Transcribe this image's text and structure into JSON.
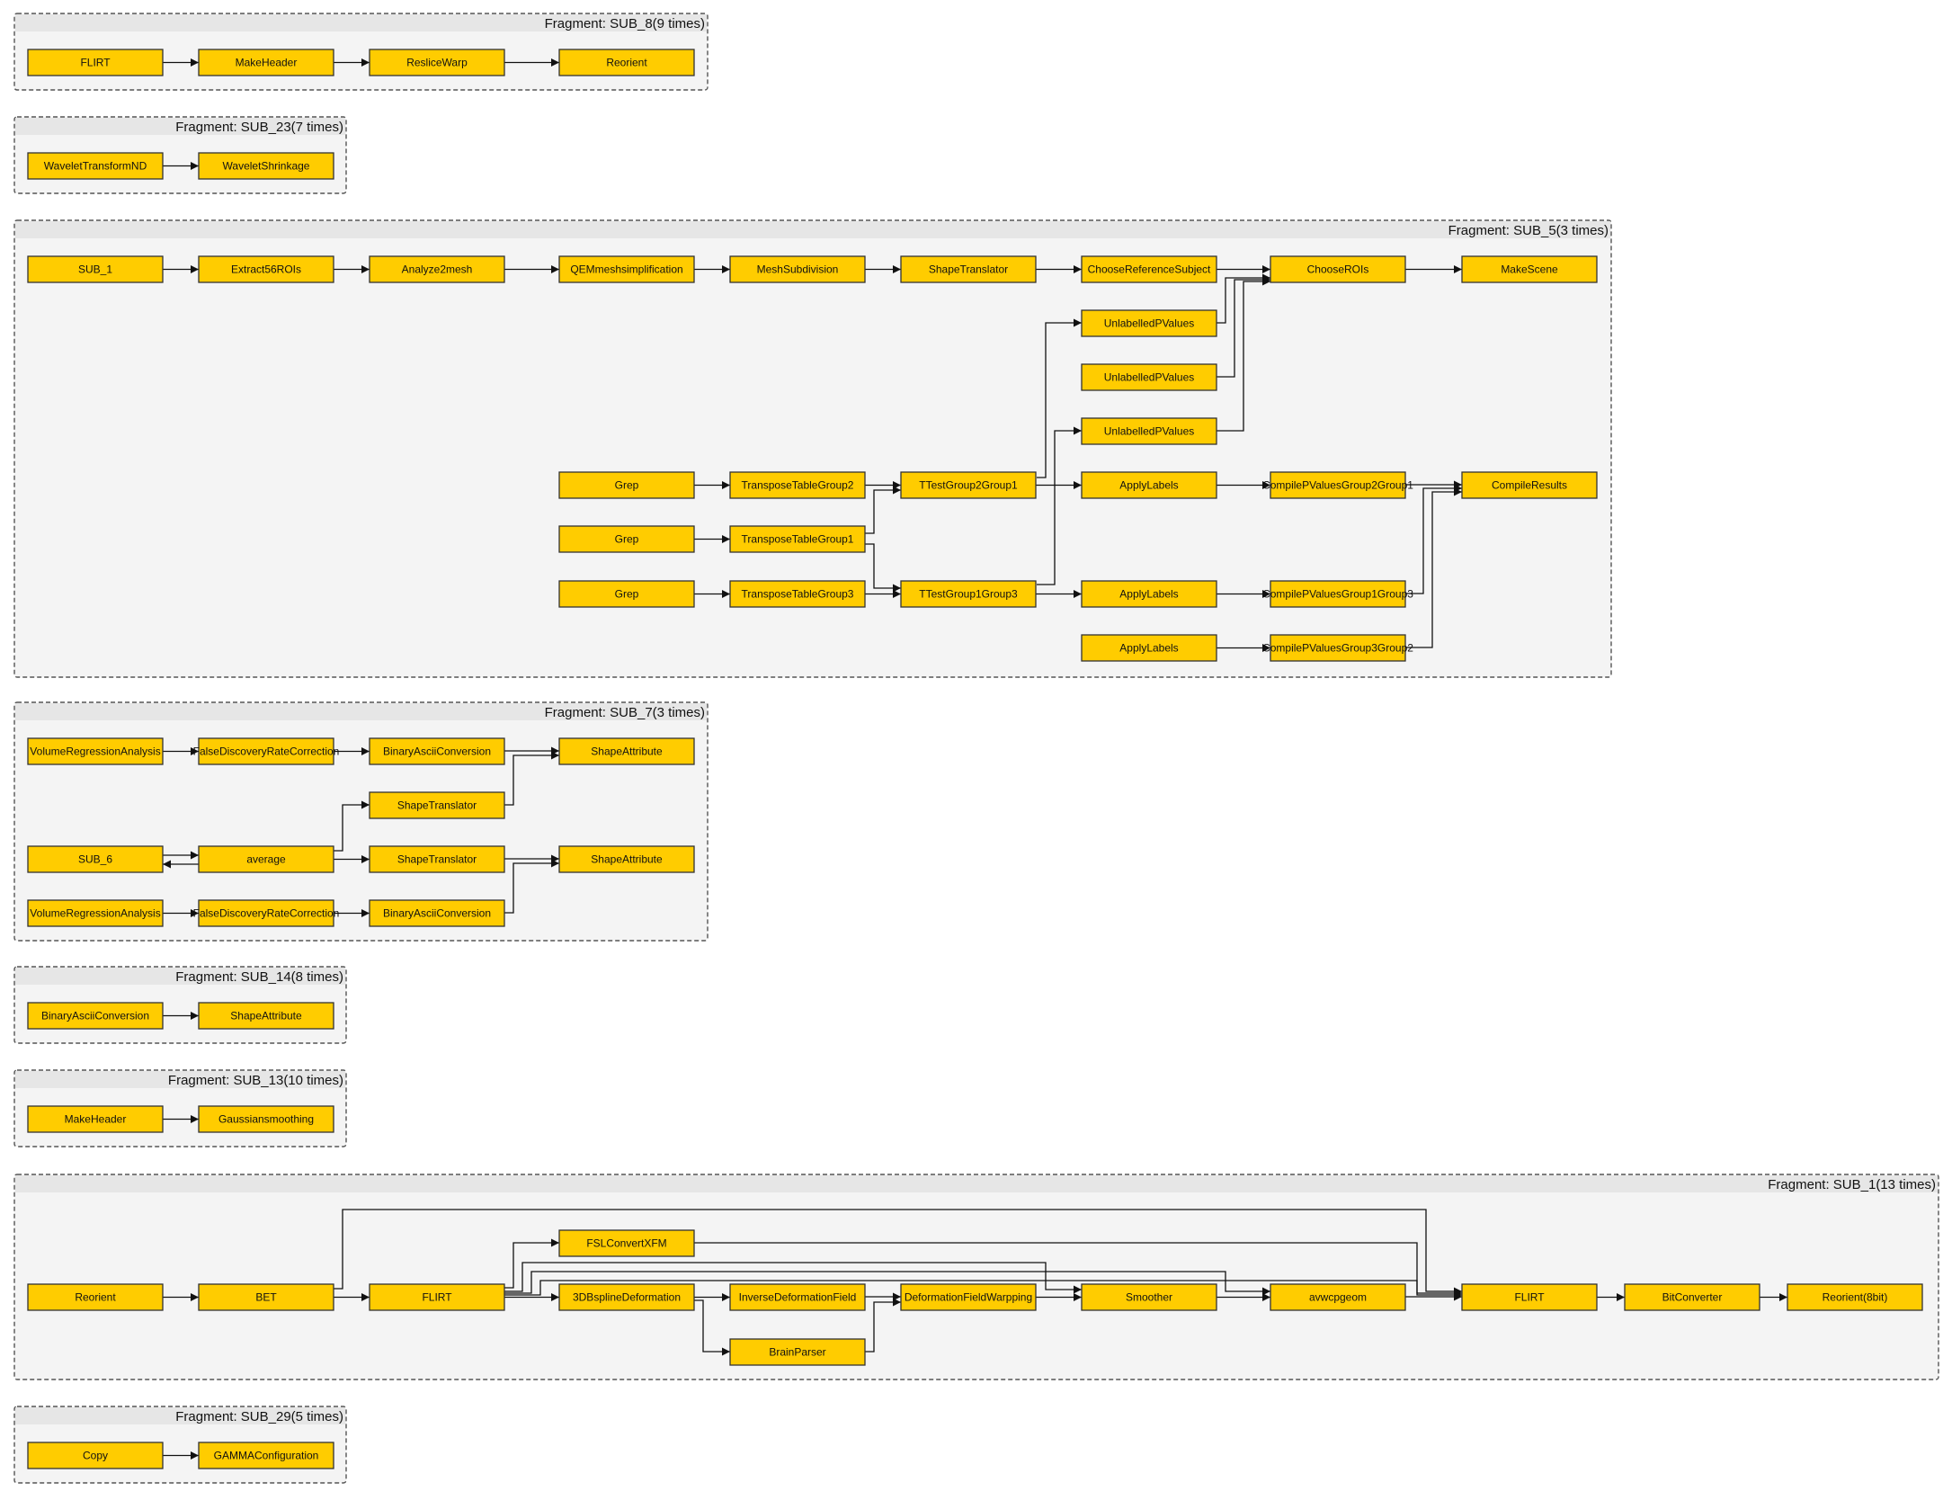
{
  "colors": {
    "node_fill": "#ffcc00",
    "fragment_fill": "#f4f4f4",
    "fragment_header": "#e6e6e6",
    "edge": "#111111"
  },
  "fragments": [
    {
      "id": "sub8",
      "title": "Fragment: SUB_8(9 times)",
      "nodes": [
        {
          "id": "a1",
          "label": "FLIRT"
        },
        {
          "id": "a2",
          "label": "MakeHeader"
        },
        {
          "id": "a3",
          "label": "ResliceWarp"
        },
        {
          "id": "a4",
          "label": "Reorient"
        }
      ],
      "edges": [
        [
          "a1",
          "a2"
        ],
        [
          "a2",
          "a3"
        ],
        [
          "a3",
          "a4"
        ]
      ]
    },
    {
      "id": "sub23",
      "title": "Fragment: SUB_23(7 times)",
      "nodes": [
        {
          "id": "b1",
          "label": "WaveletTransformND"
        },
        {
          "id": "b2",
          "label": "WaveletShrinkage"
        }
      ],
      "edges": [
        [
          "b1",
          "b2"
        ]
      ]
    },
    {
      "id": "sub5",
      "title": "Fragment: SUB_5(3 times)",
      "nodes": [
        {
          "id": "c1",
          "label": "SUB_1"
        },
        {
          "id": "c2",
          "label": "Extract56ROIs"
        },
        {
          "id": "c3",
          "label": "Analyze2mesh"
        },
        {
          "id": "c4",
          "label": "QEMmeshsimplification"
        },
        {
          "id": "c5",
          "label": "MeshSubdivision"
        },
        {
          "id": "c6",
          "label": "ShapeTranslator"
        },
        {
          "id": "c7",
          "label": "ChooseReferenceSubject"
        },
        {
          "id": "c8",
          "label": "ChooseROIs"
        },
        {
          "id": "c9",
          "label": "MakeScene"
        },
        {
          "id": "c10",
          "label": "UnlabelledPValues"
        },
        {
          "id": "c11",
          "label": "UnlabelledPValues"
        },
        {
          "id": "c12",
          "label": "UnlabelledPValues"
        },
        {
          "id": "c13",
          "label": "Grep"
        },
        {
          "id": "c14",
          "label": "TransposeTableGroup2"
        },
        {
          "id": "c15",
          "label": "TTestGroup2Group1"
        },
        {
          "id": "c16",
          "label": "ApplyLabels"
        },
        {
          "id": "c17",
          "label": "CompilePValuesGroup2Group1"
        },
        {
          "id": "c18",
          "label": "CompileResults"
        },
        {
          "id": "c19",
          "label": "Grep"
        },
        {
          "id": "c20",
          "label": "TransposeTableGroup1"
        },
        {
          "id": "c21",
          "label": "Grep"
        },
        {
          "id": "c22",
          "label": "TransposeTableGroup3"
        },
        {
          "id": "c23",
          "label": "TTestGroup1Group3"
        },
        {
          "id": "c24",
          "label": "ApplyLabels"
        },
        {
          "id": "c25",
          "label": "CompilePValuesGroup1Group3"
        },
        {
          "id": "c26",
          "label": "ApplyLabels"
        },
        {
          "id": "c27",
          "label": "CompilePValuesGroup3Group2"
        }
      ],
      "edges": [
        [
          "c1",
          "c2"
        ],
        [
          "c2",
          "c3"
        ],
        [
          "c3",
          "c4"
        ],
        [
          "c4",
          "c5"
        ],
        [
          "c5",
          "c6"
        ],
        [
          "c6",
          "c7"
        ],
        [
          "c7",
          "c8"
        ],
        [
          "c8",
          "c9"
        ],
        [
          "c10",
          "c8"
        ],
        [
          "c11",
          "c8"
        ],
        [
          "c12",
          "c8"
        ],
        [
          "c13",
          "c14"
        ],
        [
          "c14",
          "c15"
        ],
        [
          "c15",
          "c16"
        ],
        [
          "c15",
          "c10"
        ],
        [
          "c16",
          "c17"
        ],
        [
          "c17",
          "c18"
        ],
        [
          "c19",
          "c20"
        ],
        [
          "c20",
          "c15"
        ],
        [
          "c20",
          "c23"
        ],
        [
          "c21",
          "c22"
        ],
        [
          "c22",
          "c23"
        ],
        [
          "c23",
          "c24"
        ],
        [
          "c23",
          "c12"
        ],
        [
          "c24",
          "c25"
        ],
        [
          "c25",
          "c18"
        ],
        [
          "c26",
          "c27"
        ],
        [
          "c27",
          "c18"
        ]
      ]
    },
    {
      "id": "sub7",
      "title": "Fragment: SUB_7(3 times)",
      "nodes": [
        {
          "id": "d1",
          "label": "VolumeRegressionAnalysis"
        },
        {
          "id": "d2",
          "label": "FalseDiscoveryRateCorrection"
        },
        {
          "id": "d3",
          "label": "BinaryAsciiConversion"
        },
        {
          "id": "d4",
          "label": "ShapeAttribute"
        },
        {
          "id": "d5",
          "label": "ShapeTranslator"
        },
        {
          "id": "d6",
          "label": "SUB_6"
        },
        {
          "id": "d7",
          "label": "average"
        },
        {
          "id": "d8",
          "label": "ShapeTranslator"
        },
        {
          "id": "d9",
          "label": "ShapeAttribute"
        },
        {
          "id": "d10",
          "label": "VolumeRegressionAnalysis"
        },
        {
          "id": "d11",
          "label": "FalseDiscoveryRateCorrection"
        },
        {
          "id": "d12",
          "label": "BinaryAsciiConversion"
        }
      ],
      "edges": [
        [
          "d1",
          "d2"
        ],
        [
          "d2",
          "d3"
        ],
        [
          "d3",
          "d4"
        ],
        [
          "d5",
          "d4"
        ],
        [
          "d6",
          "d7"
        ],
        [
          "d7",
          "d6"
        ],
        [
          "d7",
          "d5"
        ],
        [
          "d7",
          "d8"
        ],
        [
          "d8",
          "d9"
        ],
        [
          "d10",
          "d11"
        ],
        [
          "d11",
          "d12"
        ],
        [
          "d12",
          "d9"
        ]
      ]
    },
    {
      "id": "sub14",
      "title": "Fragment: SUB_14(8 times)",
      "nodes": [
        {
          "id": "e1",
          "label": "BinaryAsciiConversion"
        },
        {
          "id": "e2",
          "label": "ShapeAttribute"
        }
      ],
      "edges": [
        [
          "e1",
          "e2"
        ]
      ]
    },
    {
      "id": "sub13",
      "title": "Fragment: SUB_13(10 times)",
      "nodes": [
        {
          "id": "f1",
          "label": "MakeHeader"
        },
        {
          "id": "f2",
          "label": "Gaussiansmoothing"
        }
      ],
      "edges": [
        [
          "f1",
          "f2"
        ]
      ]
    },
    {
      "id": "sub1",
      "title": "Fragment: SUB_1(13 times)",
      "nodes": [
        {
          "id": "g1",
          "label": "Reorient"
        },
        {
          "id": "g2",
          "label": "BET"
        },
        {
          "id": "g3",
          "label": "FLIRT"
        },
        {
          "id": "g4",
          "label": "FSLConvertXFM"
        },
        {
          "id": "g5",
          "label": "3DBsplineDeformation"
        },
        {
          "id": "g6",
          "label": "InverseDeformationField"
        },
        {
          "id": "g7",
          "label": "DeformationFieldWarpping"
        },
        {
          "id": "g8",
          "label": "Smoother"
        },
        {
          "id": "g9",
          "label": "avwcpgeom"
        },
        {
          "id": "g10",
          "label": "FLIRT"
        },
        {
          "id": "g11",
          "label": "BitConverter"
        },
        {
          "id": "g12",
          "label": "Reorient(8bit)"
        },
        {
          "id": "g13",
          "label": "BrainParser"
        }
      ],
      "edges": [
        [
          "g1",
          "g2"
        ],
        [
          "g2",
          "g3"
        ],
        [
          "g2",
          "g10"
        ],
        [
          "g3",
          "g4"
        ],
        [
          "g3",
          "g5"
        ],
        [
          "g3",
          "g8"
        ],
        [
          "g3",
          "g9"
        ],
        [
          "g3",
          "g10"
        ],
        [
          "g4",
          "g10"
        ],
        [
          "g5",
          "g6"
        ],
        [
          "g5",
          "g13"
        ],
        [
          "g6",
          "g7"
        ],
        [
          "g13",
          "g7"
        ],
        [
          "g7",
          "g8"
        ],
        [
          "g8",
          "g9"
        ],
        [
          "g9",
          "g10"
        ],
        [
          "g10",
          "g11"
        ],
        [
          "g11",
          "g12"
        ]
      ]
    },
    {
      "id": "sub29",
      "title": "Fragment: SUB_29(5 times)",
      "nodes": [
        {
          "id": "h1",
          "label": "Copy"
        },
        {
          "id": "h2",
          "label": "GAMMAConfiguration"
        }
      ],
      "edges": [
        [
          "h1",
          "h2"
        ]
      ]
    }
  ]
}
